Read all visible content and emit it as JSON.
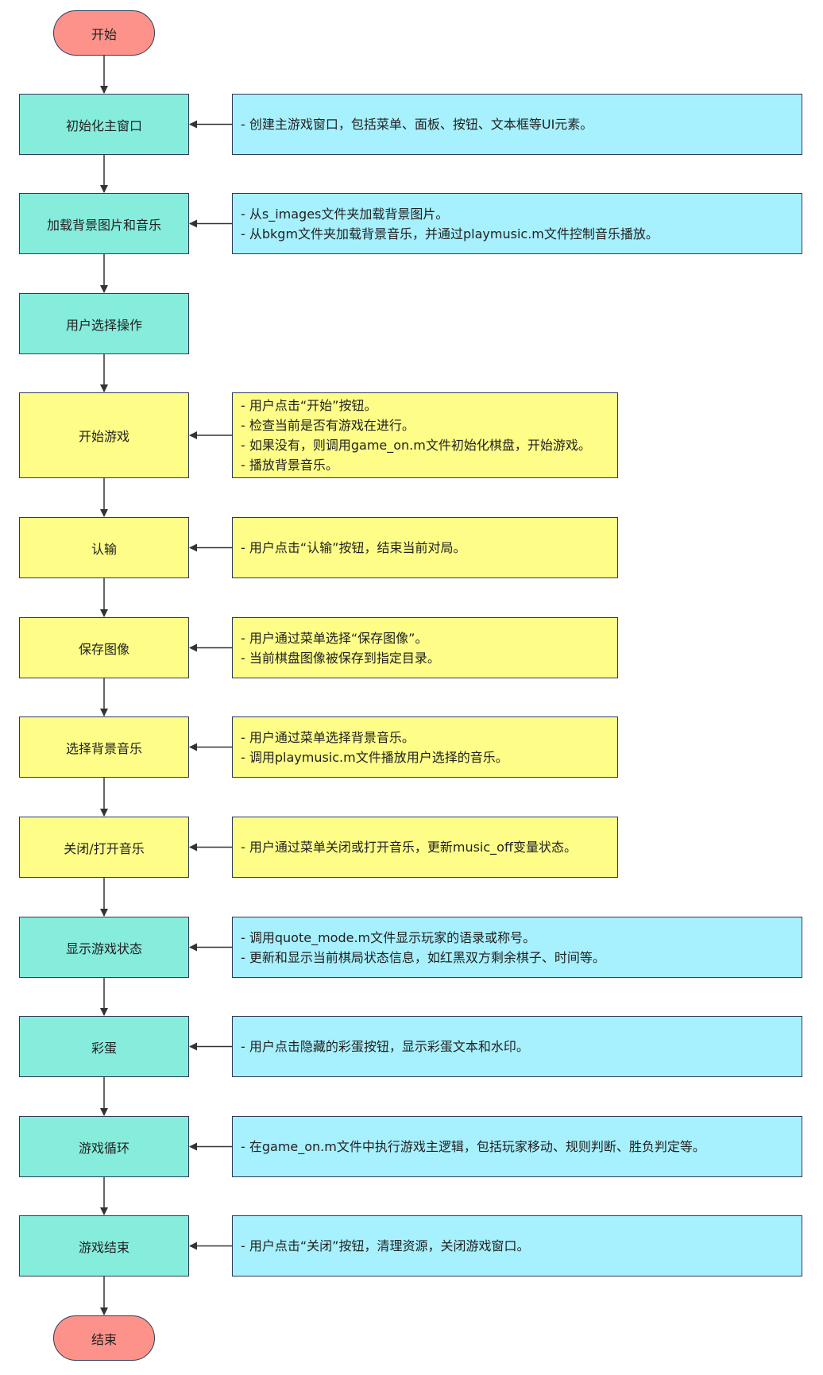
{
  "colors": {
    "terminal": "#fd928a",
    "teal_step": "#86ecdc",
    "yellow_step": "#fdfd88",
    "blue_note": "#a7f0fd",
    "yellow_note": "#fdfd88",
    "border": "#2e3a59",
    "arrow": "#333333"
  },
  "start": {
    "label": "开始"
  },
  "end": {
    "label": "结束"
  },
  "steps": [
    {
      "label": "初始化主窗口",
      "color": "teal",
      "note": [
        "- 创建主游戏窗口，包括菜单、面板、按钮、文本框等UI元素。"
      ]
    },
    {
      "label": "加载背景图片和音乐",
      "color": "teal",
      "note": [
        "- 从s_images文件夹加载背景图片。",
        "- 从bkgm文件夹加载背景音乐，并通过playmusic.m文件控制音乐播放。"
      ]
    },
    {
      "label": "用户选择操作",
      "color": "teal",
      "note": []
    },
    {
      "label": "开始游戏",
      "color": "yellow",
      "note": [
        "- 用户点击“开始”按钮。",
        "- 检查当前是否有游戏在进行。",
        "- 如果没有，则调用game_on.m文件初始化棋盘，开始游戏。",
        "- 播放背景音乐。"
      ]
    },
    {
      "label": "认输",
      "color": "yellow",
      "note": [
        "- 用户点击“认输”按钮，结束当前对局。"
      ]
    },
    {
      "label": "保存图像",
      "color": "yellow",
      "note": [
        "- 用户通过菜单选择“保存图像”。",
        "- 当前棋盘图像被保存到指定目录。"
      ]
    },
    {
      "label": "选择背景音乐",
      "color": "yellow",
      "note": [
        "- 用户通过菜单选择背景音乐。",
        "- 调用playmusic.m文件播放用户选择的音乐。"
      ]
    },
    {
      "label": "关闭/打开音乐",
      "color": "yellow",
      "note": [
        "- 用户通过菜单关闭或打开音乐，更新music_off变量状态。"
      ]
    },
    {
      "label": "显示游戏状态",
      "color": "teal",
      "note": [
        "- 调用quote_mode.m文件显示玩家的语录或称号。",
        "- 更新和显示当前棋局状态信息，如红黑双方剩余棋子、时间等。"
      ]
    },
    {
      "label": "彩蛋",
      "color": "teal",
      "note": [
        "- 用户点击隐藏的彩蛋按钮，显示彩蛋文本和水印。"
      ]
    },
    {
      "label": "游戏循环",
      "color": "teal",
      "note": [
        "- 在game_on.m文件中执行游戏主逻辑，包括玩家移动、规则判断、胜负判定等。"
      ]
    },
    {
      "label": "游戏结束",
      "color": "teal",
      "note": [
        "- 用户点击“关闭”按钮，清理资源，关闭游戏窗口。"
      ]
    }
  ]
}
